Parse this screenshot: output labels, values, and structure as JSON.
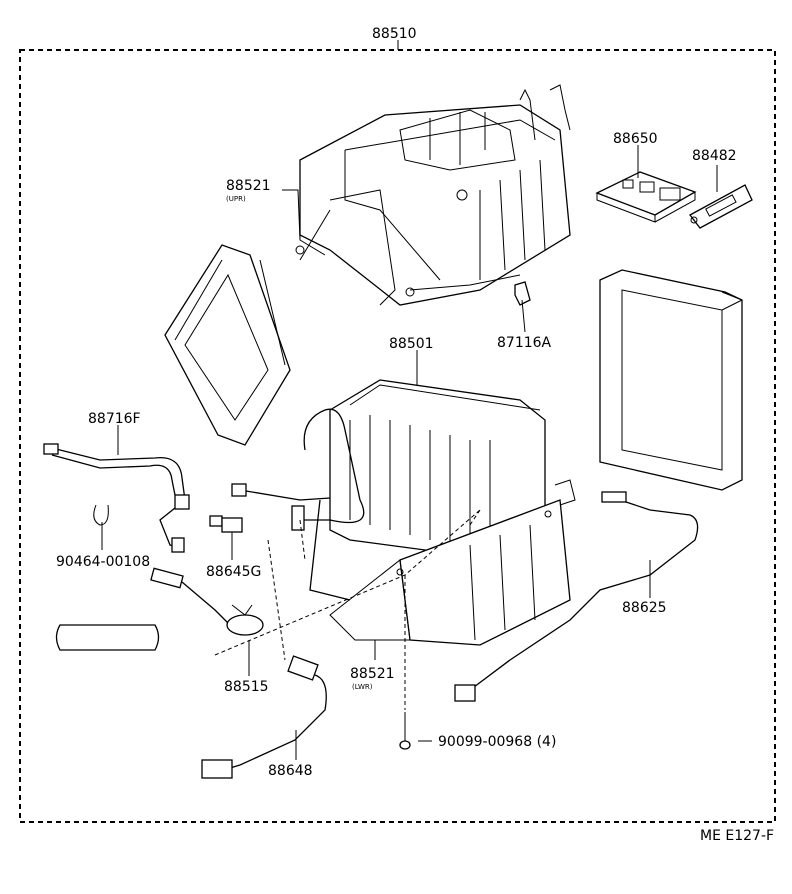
{
  "labels": {
    "p88510": "88510",
    "p88521u": "88521",
    "upr": "(UPR)",
    "p88650": "88650",
    "p88482": "88482",
    "p87116a": "87116A",
    "p88501": "88501",
    "p88716f": "88716F",
    "p90464": "90464-00108",
    "p88645g": "88645G",
    "p88625": "88625",
    "p88515": "88515",
    "p88521l": "88521",
    "lwr": "(LWR)",
    "p90099": "90099-00968 (4)",
    "p88648": "88648",
    "code": "ME E127-F"
  }
}
